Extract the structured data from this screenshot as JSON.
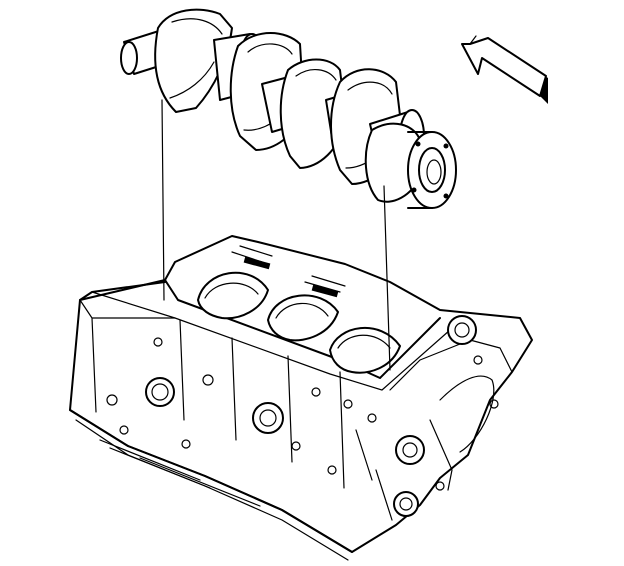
{
  "diagram": {
    "parts": [
      {
        "name": "crankshaft",
        "icon": "crankshaft-icon"
      },
      {
        "name": "engine-block",
        "icon": "engine-block-icon"
      },
      {
        "name": "direction-arrow",
        "icon": "arrow-icon"
      }
    ],
    "colors": {
      "line": "#000000",
      "background": "#ffffff"
    }
  }
}
